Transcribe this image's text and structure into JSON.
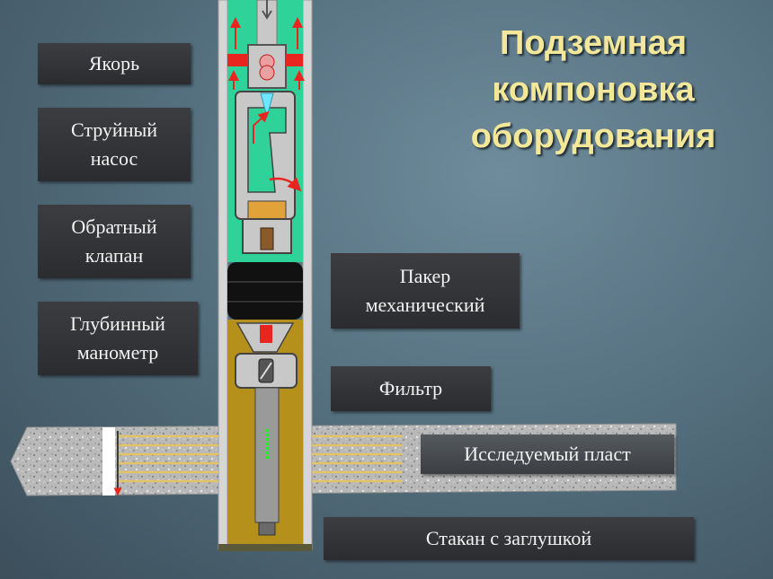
{
  "title_lines": [
    "Подземная",
    "компоновка",
    "оборудования"
  ],
  "labels": {
    "anchor": [
      "Якорь"
    ],
    "jet_pump": [
      "Струйный",
      "насос"
    ],
    "check_valve": [
      "Обратный",
      "клапан"
    ],
    "gauge": [
      "Глубинный",
      "манометр"
    ],
    "packer": [
      "Пакер",
      "механический"
    ],
    "filter": [
      "Фильтр"
    ],
    "reservoir": [
      "Исследуемый пласт"
    ],
    "cup": [
      "Стакан с заглушкой"
    ]
  },
  "colors": {
    "pipe_fluid": "#2fd39a",
    "pump_body": "#c8c8c8",
    "flow_arrows": "#e8261f",
    "packer_rubber": "#111111",
    "lower_fluid": "#b5901a",
    "rock": "#b9b9b9",
    "perforations": "#e2c36a",
    "gauge_indicator": "#2ee82e",
    "title_text": "#f3e79a"
  }
}
